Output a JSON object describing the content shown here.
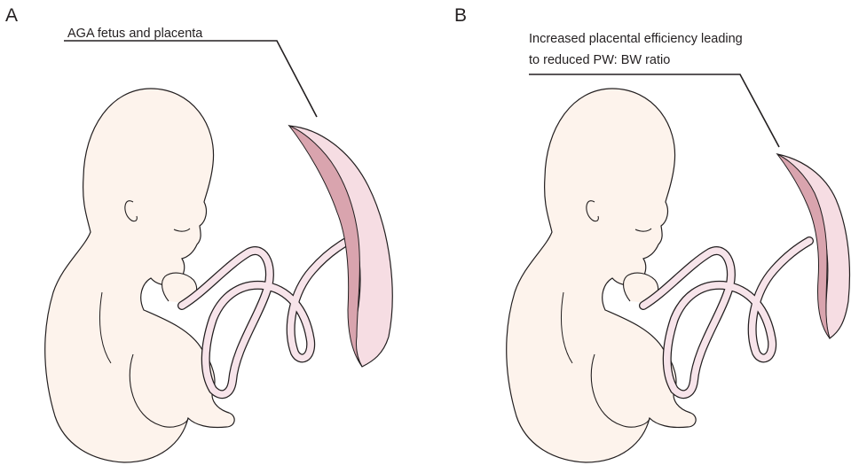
{
  "panels": [
    {
      "letter": "A",
      "caption_lines": [
        "AGA fetus and placenta"
      ]
    },
    {
      "letter": "B",
      "caption_lines": [
        "Increased placental efficiency leading",
        "to reduced PW: BW ratio"
      ]
    }
  ],
  "colors": {
    "skin": "#fdf3ec",
    "outline": "#231f20",
    "placenta_fill": "#f6dde3",
    "placenta_dark": "#d9a4ae",
    "cord_fill": "#f7e4ea"
  }
}
